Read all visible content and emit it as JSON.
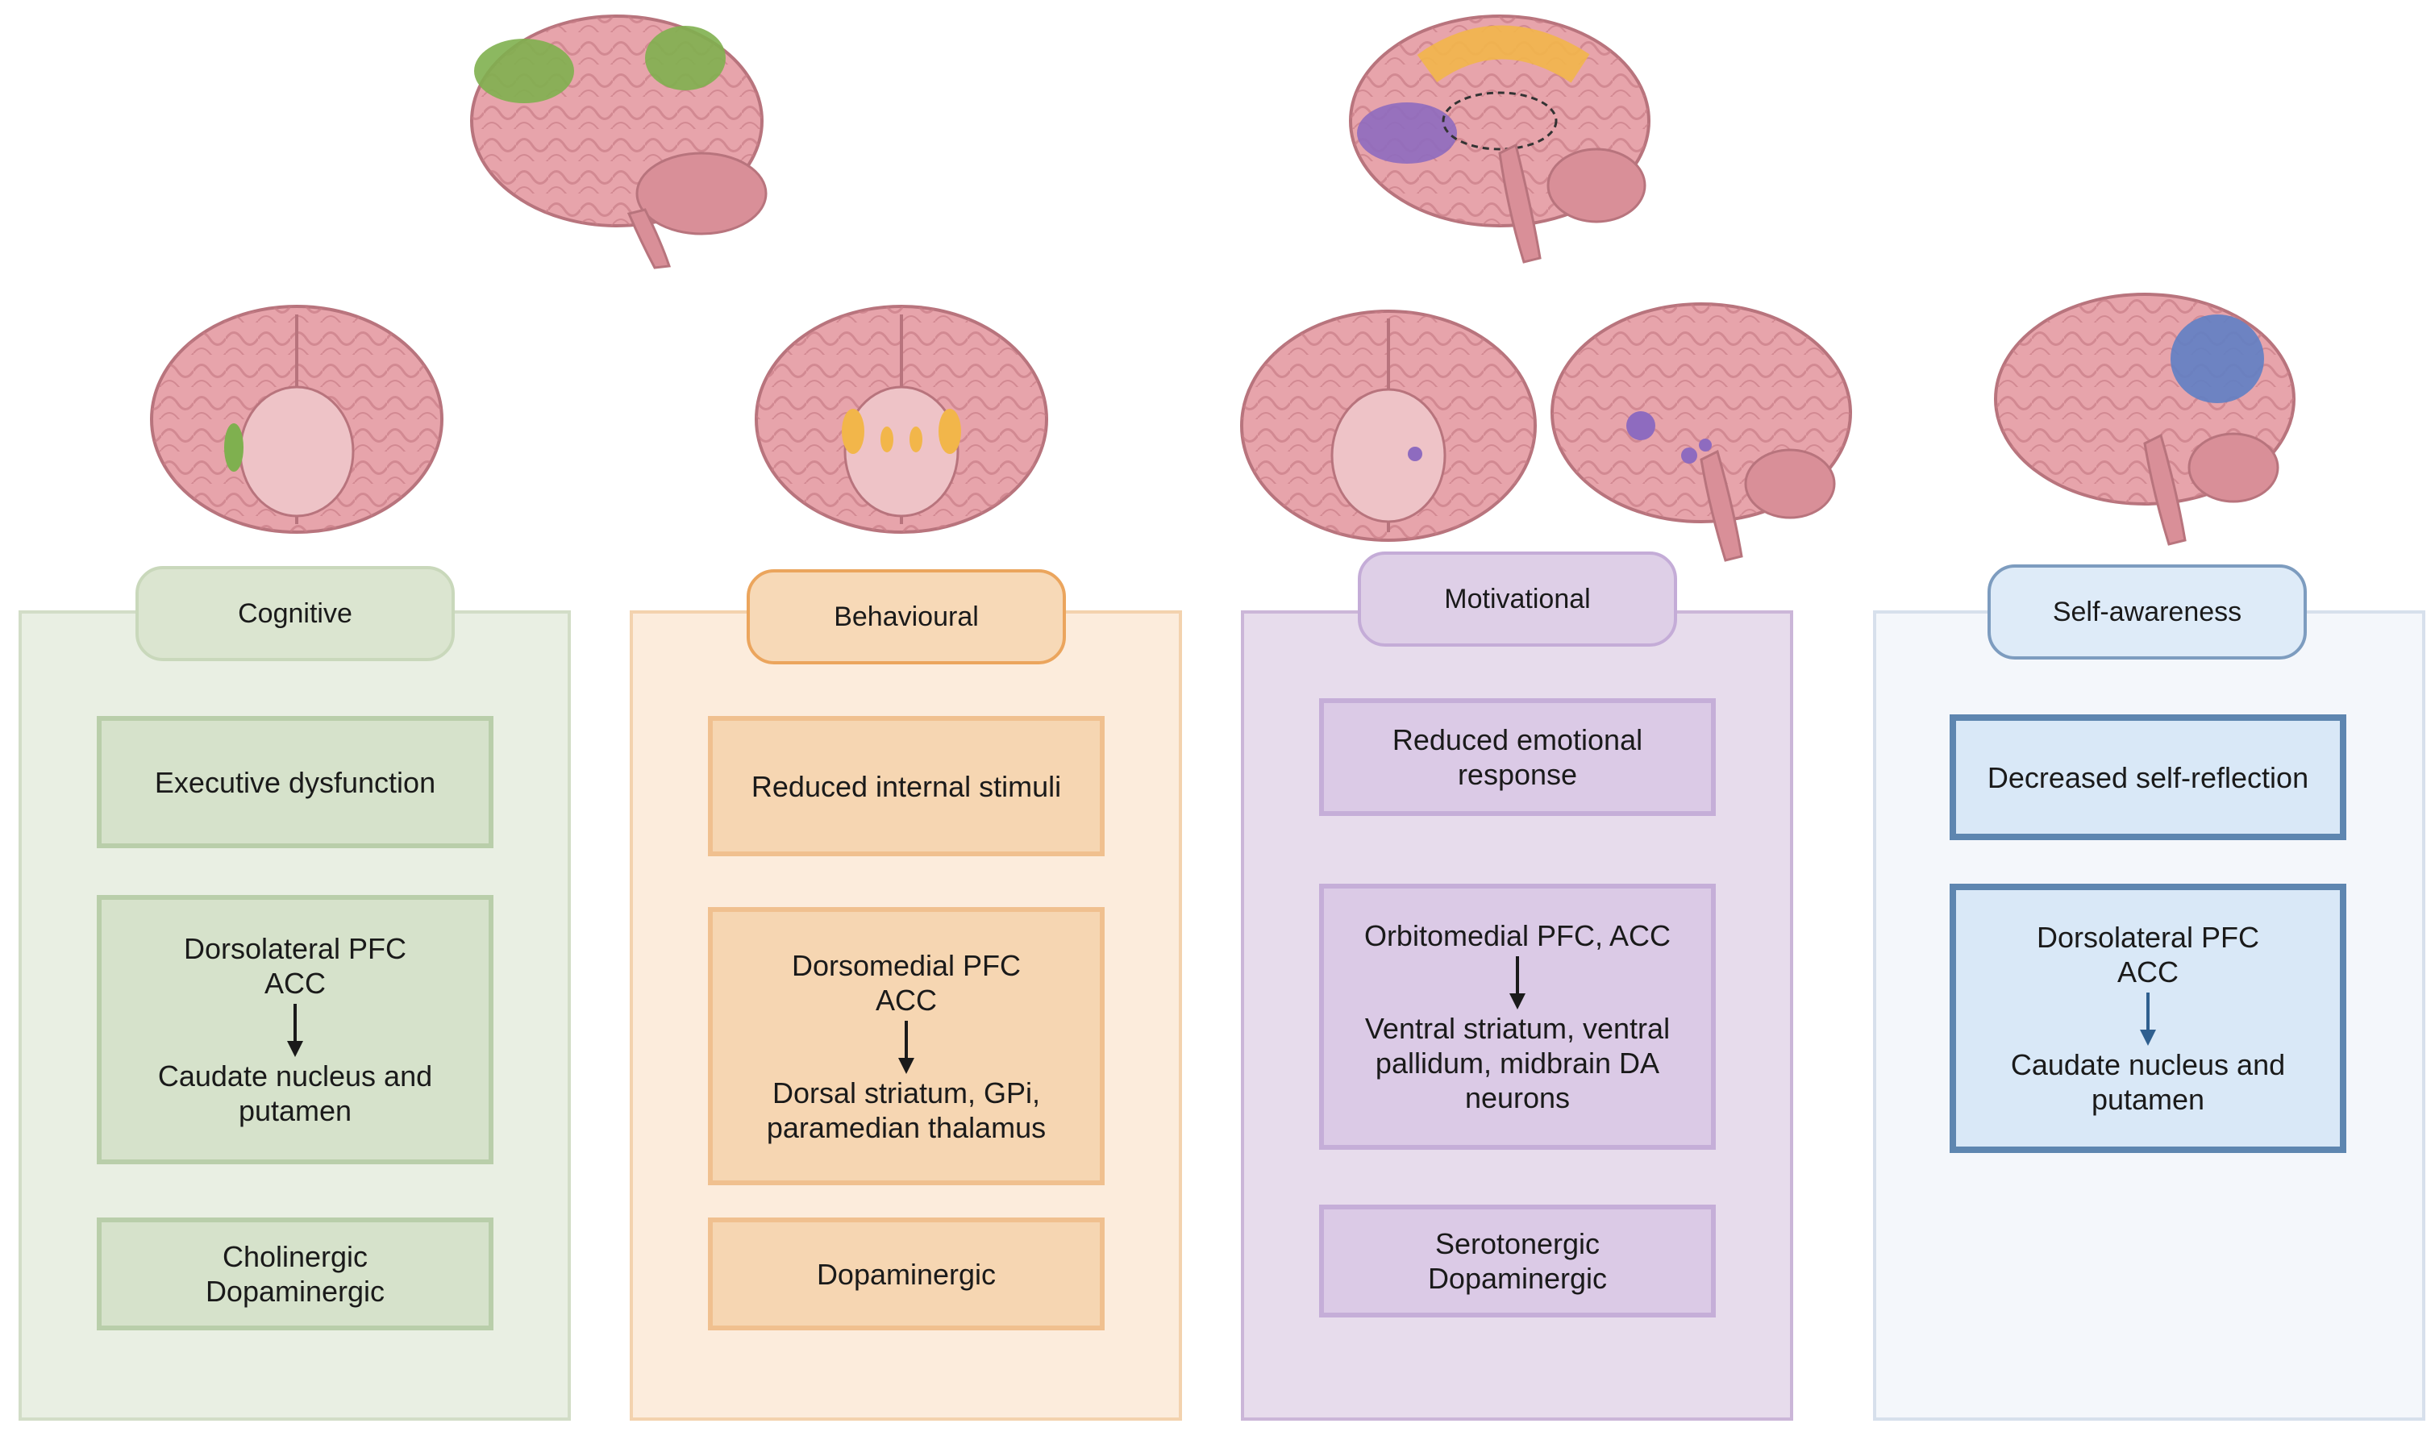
{
  "columns": [
    {
      "label": "Cognitive",
      "symptom": "Executive dysfunction",
      "circuit": {
        "from": [
          "Dorsolateral PFC",
          "ACC"
        ],
        "to": [
          "Caudate nucleus and",
          "putamen"
        ]
      },
      "neurotransmitters": [
        "Cholinergic",
        "Dopaminergic"
      ],
      "colors": {
        "panel": "#e9efe3",
        "box": "#d6e2cb",
        "highlight": "#7fb04f"
      }
    },
    {
      "label": "Behavioural",
      "symptom": "Reduced internal stimuli",
      "circuit": {
        "from": [
          "Dorsomedial PFC",
          "ACC"
        ],
        "to": [
          "Dorsal striatum, GPi,",
          "paramedian thalamus"
        ]
      },
      "neurotransmitters": [
        "Dopaminergic"
      ],
      "colors": {
        "panel": "#fcecdc",
        "box": "#f6d6b2",
        "highlight": "#f2b64a"
      }
    },
    {
      "label": "Motivational",
      "symptom": [
        "Reduced emotional",
        "response"
      ],
      "circuit": {
        "from": [
          "Orbitomedial PFC, ACC"
        ],
        "to": [
          "Ventral striatum, ventral",
          "pallidum, midbrain DA",
          "neurons"
        ]
      },
      "neurotransmitters": [
        "Serotonergic",
        "Dopaminergic"
      ],
      "colors": {
        "panel": "#e7dcec",
        "box": "#dbcae6",
        "highlight": "#8e6bbf"
      }
    },
    {
      "label": "Self-awareness",
      "symptom": "Decreased self-reflection",
      "circuit": {
        "from": [
          "Dorsolateral PFC",
          "ACC"
        ],
        "to": [
          "Caudate nucleus and",
          "putamen"
        ]
      },
      "colors": {
        "panel": "#f4f7fb",
        "box": "#d9e8f7",
        "border": "#5e86b0",
        "highlight": "#5f7fc4"
      }
    }
  ],
  "brain_color": "#e7a4ab"
}
